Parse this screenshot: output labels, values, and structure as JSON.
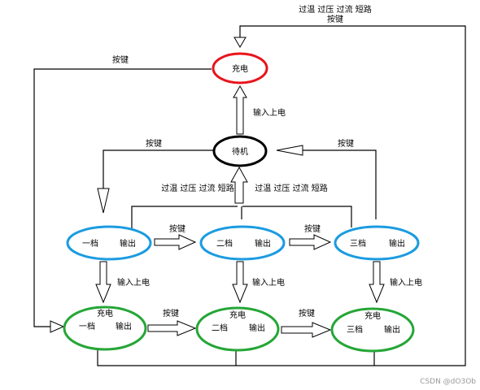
{
  "nodes": {
    "charge": {
      "label": "充电",
      "color": "#e8141c"
    },
    "standby": {
      "label": "待机",
      "color": "#000000"
    },
    "gear1": {
      "label_left": "一档",
      "label_right": "输出",
      "color": "#1b9be0"
    },
    "gear2": {
      "label_left": "二档",
      "label_right": "输出",
      "color": "#1b9be0"
    },
    "gear3": {
      "label_left": "三档",
      "label_right": "输出",
      "color": "#1b9be0"
    },
    "charge1": {
      "label_top": "充电",
      "label_left": "一档",
      "label_right": "输出",
      "color": "#25a636"
    },
    "charge2": {
      "label_top": "充电",
      "label_left": "二档",
      "label_right": "输出",
      "color": "#25a636"
    },
    "charge3": {
      "label_top": "充电",
      "label_left": "三档",
      "label_right": "输出",
      "color": "#25a636"
    }
  },
  "labels": {
    "protect_top_1": "过温 过压 过流 短路",
    "protect_top_2": "按键",
    "key_top_left": "按键",
    "input_power_top": "输入上电",
    "key_standby_left": "按键",
    "key_standby_right": "按键",
    "protect_mid_left": "过温 过压 过流 短路",
    "protect_mid_right": "过温 过压 过流 短路",
    "key_g1_g2": "按键",
    "key_g2_g3": "按键",
    "input_power_1": "输入上电",
    "input_power_2": "输入上电",
    "input_power_3": "输入上电",
    "key_c1_c2": "按键",
    "key_c2_c3": "按键"
  },
  "watermark": "CSDN @dO3Ob"
}
